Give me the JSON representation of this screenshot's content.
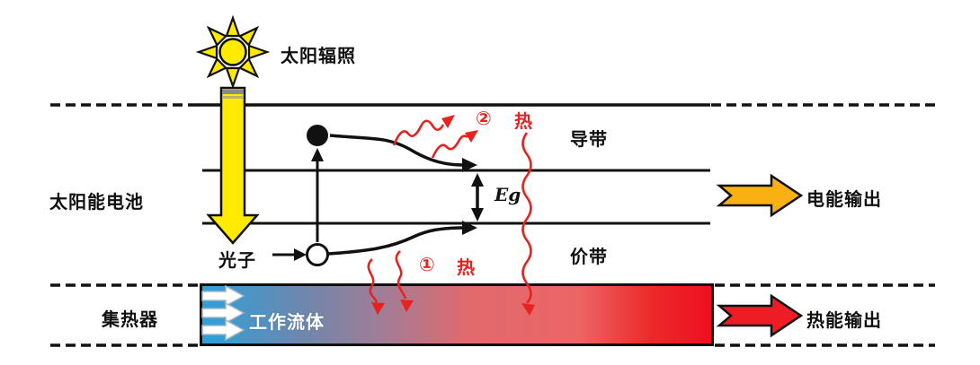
{
  "solar_cell_section": {
    "label": "太阳能电池",
    "sun_label": "太阳辐照",
    "photon_label": "光子",
    "conduction_band_label": "导带",
    "valence_band_label": "价带",
    "bandgap_label": "Eg",
    "heat_marker_1": "①",
    "heat_label_1": "热",
    "heat_marker_2": "②",
    "heat_label_2": "热",
    "electric_output_label": "电能输出"
  },
  "collector_section": {
    "label": "集热器",
    "working_fluid_label": "工作流体",
    "thermal_output_label": "热能输出"
  },
  "colors": {
    "sun_yellow": "#FFEB00",
    "heat_red": "#E8231F",
    "electric_arrow_orange": "#F9B013",
    "thermal_arrow_red": "#EE1C25",
    "fluid_cold_blue": "#2FA0DA",
    "fluid_hot_red": "#EE1020"
  }
}
